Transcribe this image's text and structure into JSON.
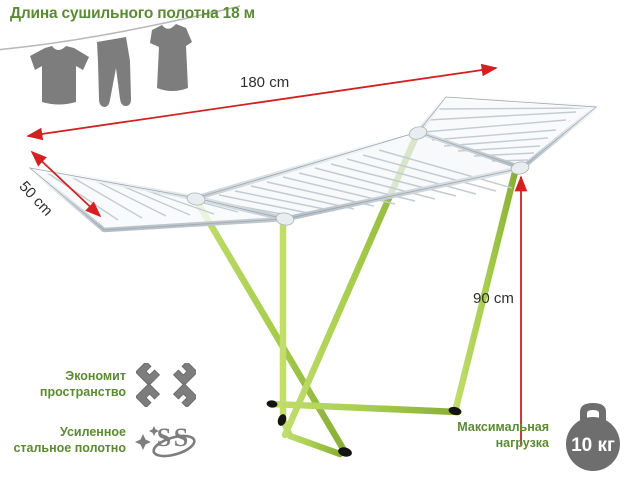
{
  "headline": {
    "text": "Длина сушильного полотна 18 м",
    "color": "#5a8a33"
  },
  "laundry": {
    "items": [
      {
        "name": "tshirt-silhouette",
        "label": "футболка"
      },
      {
        "name": "pants-silhouette",
        "label": "брюки"
      },
      {
        "name": "dress-silhouette",
        "label": "платье"
      }
    ],
    "line_name": "clothesline",
    "color": "#7d7d7d"
  },
  "product": {
    "name": "Сушилка для белья",
    "frame_color": "#d8dee2",
    "leg_color": "#a8ce4e",
    "foot_color": "#1a1a1a",
    "drying_bars_count": 12,
    "left_wing_bars_count": 7,
    "right_wing_bars_count": 8
  },
  "dimensions": {
    "arrow_color": "#d32020",
    "items": [
      {
        "id": "dim-180",
        "value": "180 cm",
        "axis": "length"
      },
      {
        "id": "dim-50",
        "value": "50 cm",
        "axis": "width"
      },
      {
        "id": "dim-90",
        "value": "90 cm",
        "axis": "height"
      }
    ]
  },
  "features": [
    {
      "id": "feature-space",
      "text": "Экономит\nпространство",
      "icon": "compress-arrows-icon",
      "icon_color": "#7d7d7d"
    },
    {
      "id": "feature-steel",
      "text": "Усиленное\nстальное полотно",
      "icon": "stainless-steel-icon",
      "icon_color": "#7d7d7d"
    },
    {
      "id": "feature-load",
      "text": "Максимальная\nнагрузка",
      "icon": "kettlebell-icon",
      "icon_color": "#6e6e6e",
      "icon_value": "10 кг"
    }
  ],
  "colors": {
    "green_text": "#5a8a33",
    "gray_icon": "#7d7d7d",
    "red_arrow": "#d32020",
    "dark_text": "#2f2f2f",
    "background": "#ffffff"
  }
}
